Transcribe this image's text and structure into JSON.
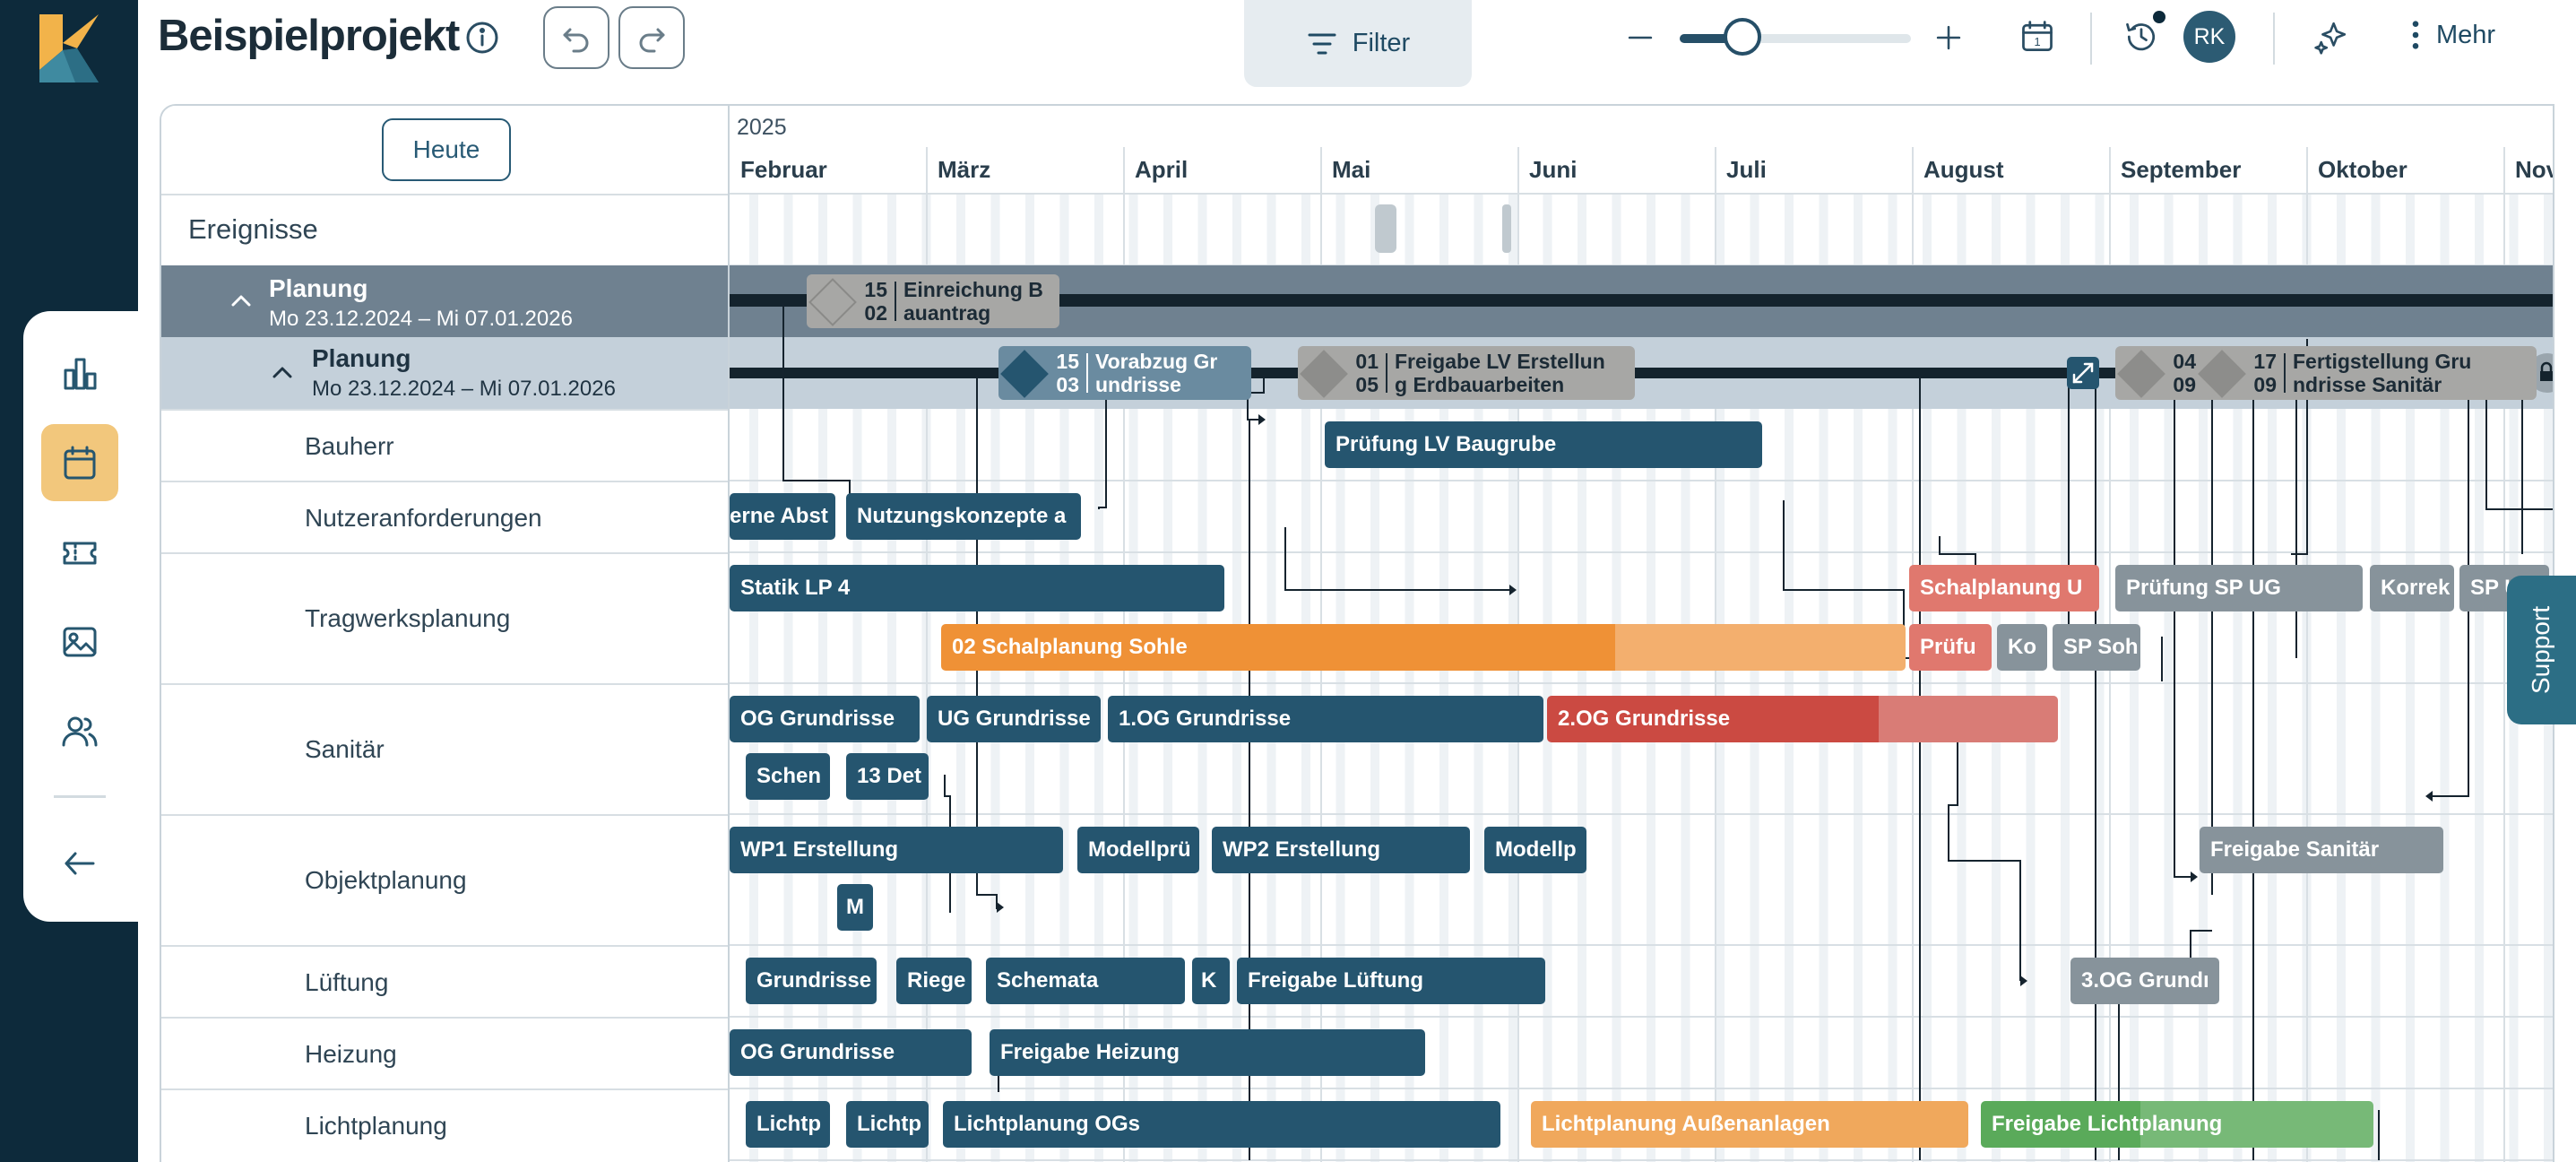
{
  "project": {
    "title": "Beispielprojekt"
  },
  "toolbar": {
    "filter_label": "Filter",
    "zoom_level": 0.27,
    "user_initials": "RK",
    "more_label": "Mehr"
  },
  "colors": {
    "nav_bg": "#0d2a3b",
    "bar_blue": "#25556f",
    "bar_orange": "#ef9136",
    "bar_red": "#cb4a42",
    "bar_grey": "#87939b",
    "bar_green": "#5aaa5a",
    "active_nav": "#f2c77c"
  },
  "left": {
    "today_label": "Heute",
    "events_label": "Ereignisse",
    "group1": {
      "title": "Planung",
      "dates": "Mo 23.12.2024 – Mi 07.01.2026"
    },
    "group2": {
      "title": "Planung",
      "dates": "Mo 23.12.2024 – Mi 07.01.2026"
    },
    "rows": [
      "Bauherr",
      "Nutzeranforderungen",
      "Tragwerksplanung",
      "Sanitär",
      "Objektplanung",
      "Lüftung",
      "Heizung",
      "Lichtplanung"
    ]
  },
  "timeline": {
    "year": "2025",
    "months": [
      "Februar",
      "März",
      "April",
      "Mai",
      "Juni",
      "Juli",
      "August",
      "September",
      "Oktober",
      "Nov"
    ]
  },
  "milestones": [
    {
      "day": "15",
      "month": "02",
      "label_1": "Einreichung B",
      "label_2": "auantrag"
    },
    {
      "day": "15",
      "month": "03",
      "label_1": "Vorabzug Gr",
      "label_2": "undrisse"
    },
    {
      "day": "01",
      "month": "05",
      "label_1": "Freigabe LV Erstellun",
      "label_2": "g Erdbauarbeiten"
    },
    {
      "day": "04",
      "month": "09",
      "label_1": "",
      "label_2": ""
    },
    {
      "day": "17",
      "month": "09",
      "label_1": "Fertigstellung Gru",
      "label_2": "ndrisse Sanitär"
    }
  ],
  "bars": [
    "Prüfung LV Baugrube",
    "erne Abst",
    "Nutzungskonzepte a",
    "Statik LP 4",
    "Schalplanung U",
    "Prüfung SP UG",
    "Korrek",
    "SP U",
    "02 Schalplanung Sohle",
    "Prüfu",
    "Ko",
    "SP Soh",
    "OG Grundrisse",
    "UG Grundrisse",
    "1.OG Grundrisse",
    "2.OG Grundrisse",
    "Schen",
    "13 Det",
    "WP1 Erstellung",
    "Modellprü",
    "WP2 Erstellung",
    "Modellp",
    "M",
    "Freigabe Sanitär",
    "Grundrisse",
    "Riege",
    "Schemata",
    "K",
    "Freigabe Lüftung",
    "3.OG Grundı",
    "OG Grundrisse",
    "Freigabe Heizung",
    "Lichtp",
    "Lichtp",
    "Lichtplanung OGs",
    "Lichtplanung Außenanlagen",
    "Freigabe Lichtplanung"
  ],
  "support_label": "Support"
}
